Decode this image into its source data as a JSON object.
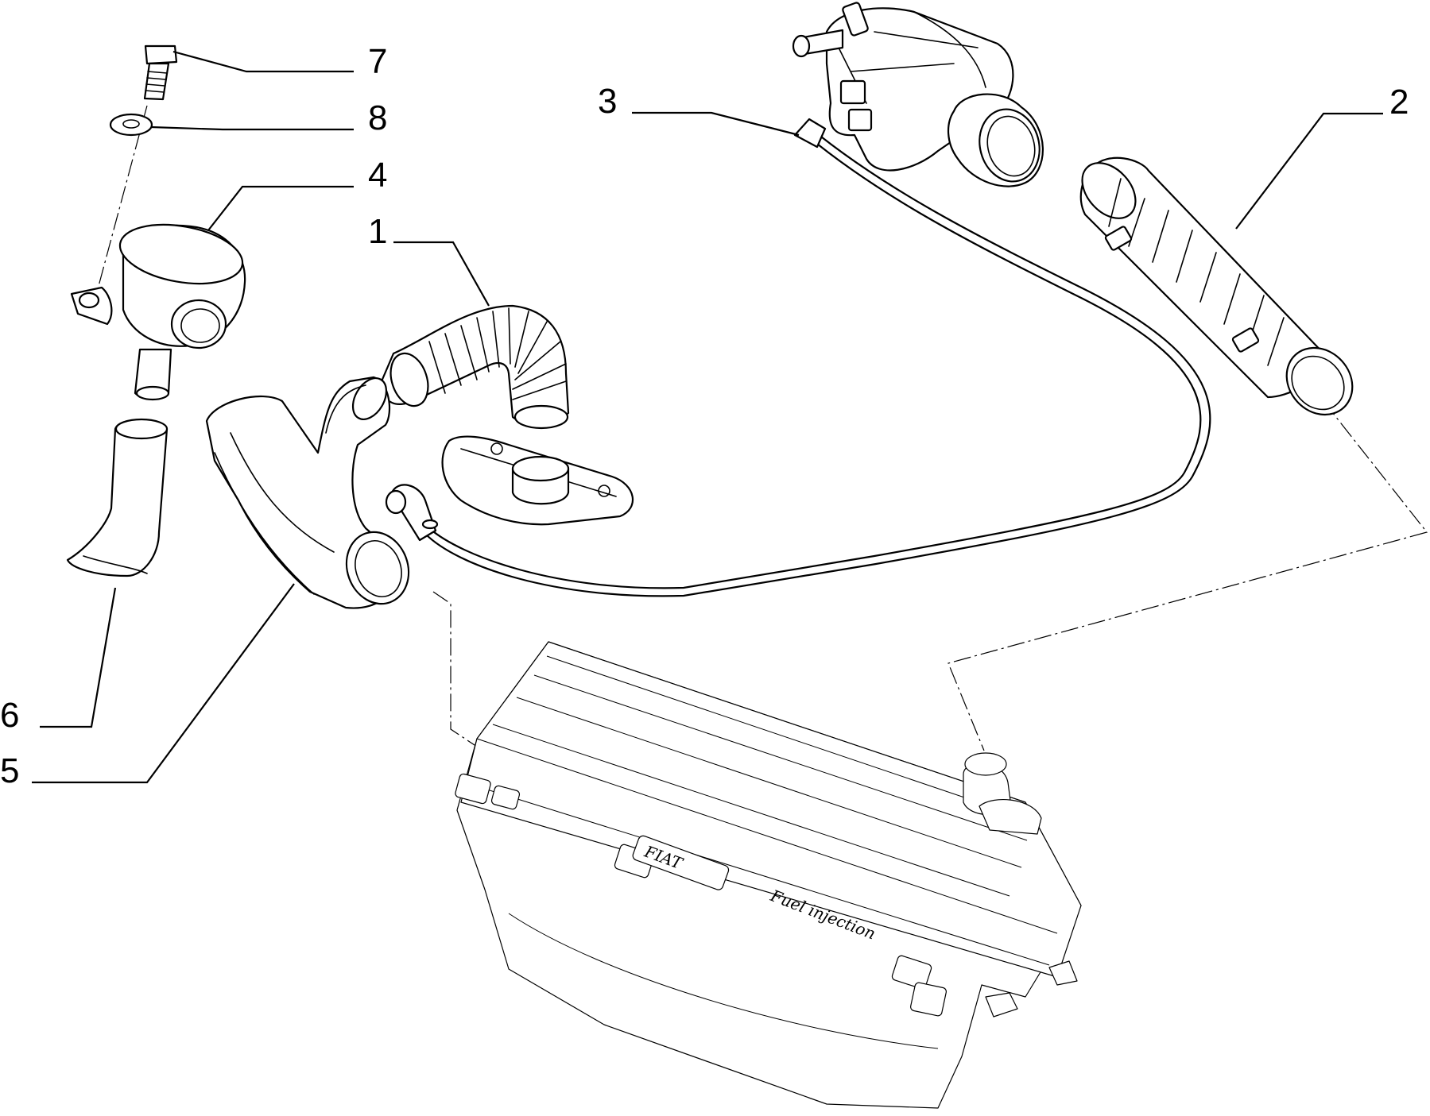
{
  "diagram": {
    "callouts": [
      {
        "id": "1",
        "label": "1"
      },
      {
        "id": "2",
        "label": "2"
      },
      {
        "id": "3",
        "label": "3"
      },
      {
        "id": "4",
        "label": "4"
      },
      {
        "id": "5",
        "label": "5"
      },
      {
        "id": "6",
        "label": "6"
      },
      {
        "id": "7",
        "label": "7"
      },
      {
        "id": "8",
        "label": "8"
      }
    ],
    "housing": {
      "brand_text": "FIAT",
      "script_text": "Fuel injection"
    },
    "colors": {
      "line": "#000000",
      "background": "#ffffff"
    }
  }
}
